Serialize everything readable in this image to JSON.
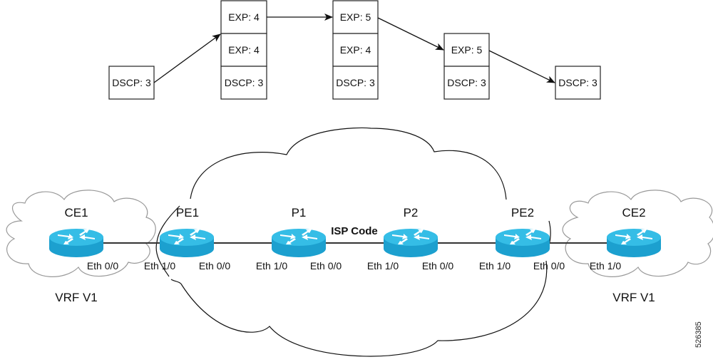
{
  "diagram": {
    "title": "MPLS QoS EXP marking across ISP core",
    "packet_stacks": [
      {
        "id": "stack-1",
        "fields": [
          "DSCP: 3"
        ]
      },
      {
        "id": "stack-2",
        "fields": [
          "EXP: 4",
          "EXP: 4",
          "DSCP: 3"
        ]
      },
      {
        "id": "stack-3",
        "fields": [
          "EXP: 5",
          "EXP: 4",
          "DSCP: 3"
        ]
      },
      {
        "id": "stack-4",
        "fields": [
          "EXP: 5",
          "DSCP: 3"
        ]
      },
      {
        "id": "stack-5",
        "fields": [
          "DSCP: 3"
        ]
      }
    ],
    "routers": [
      {
        "name": "CE1",
        "interfaces": {
          "right": "Eth 0/0"
        }
      },
      {
        "name": "PE1",
        "interfaces": {
          "left": "Eth 1/0",
          "right": "Eth 0/0"
        }
      },
      {
        "name": "P1",
        "interfaces": {
          "left": "Eth 1/0",
          "right": "Eth 0/0"
        }
      },
      {
        "name": "P2",
        "interfaces": {
          "left": "Eth 1/0",
          "right": "Eth 0/0"
        }
      },
      {
        "name": "PE2",
        "interfaces": {
          "left": "Eth 1/0",
          "right": "Eth 0/0"
        }
      },
      {
        "name": "CE2",
        "interfaces": {
          "left": "Eth 1/0"
        }
      }
    ],
    "clouds": {
      "left_vrf": "VRF V1",
      "right_vrf": "VRF V1",
      "core": "ISP Code"
    },
    "figure_id": "526385",
    "colors": {
      "router_top": "#2fb7e2",
      "router_side": "#1ca0cf",
      "router_arrow": "#ffffff",
      "line": "#333333"
    }
  }
}
